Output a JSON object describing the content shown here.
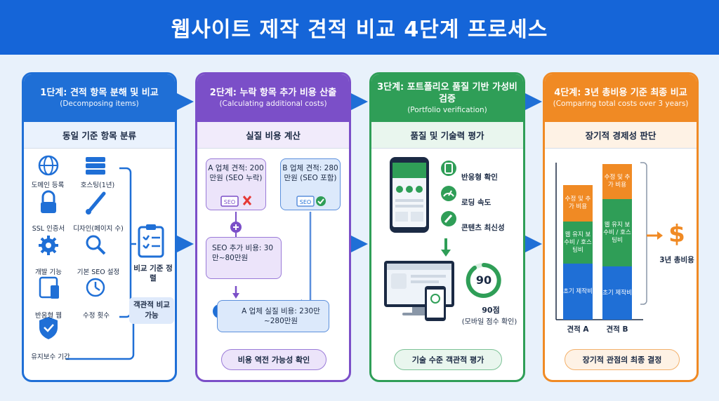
{
  "title": "웹사이트 제작 견적 비교 4단계 프로세스",
  "step1": {
    "title": "1단계: 견적 항목 분해 및 비교",
    "subtitle": "(Decomposing items)",
    "section": "동일 기준 항목 분류",
    "items": [
      "도메인 등록",
      "호스팅(1년)",
      "SSL 인증서",
      "디자인(페이지 수)",
      "개발 기능",
      "기본 SEO 설정",
      "반응형 웹",
      "수정 횟수",
      "유지보수 기간"
    ],
    "criteria": "비교 기준 정렬",
    "objective": "객관적 비교 가능"
  },
  "step2": {
    "title": "2단계: 누락 항목 추가 비용 산출",
    "subtitle": "(Calculating additional costs)",
    "section": "실질 비용 계산",
    "a_quote": "A 업체 견적: 200만원 (SEO 누락)",
    "b_quote": "B 업체 견적: 280만원 (SEO 포함)",
    "seo_extra": "SEO 추가 비용: 30만~80만원",
    "a_real": "A 업체 실질 비용: 230만~280만원",
    "result": "비용 역전 가능성 확인",
    "seo_tag": "SEO"
  },
  "step3": {
    "title": "3단계: 포트폴리오 품질 기반 가성비 검증",
    "subtitle": "(Portfolio verification)",
    "section": "품질 및 기술력 평가",
    "checks": [
      "반응형 확인",
      "로딩 속도",
      "콘텐츠 최신성"
    ],
    "score": "90",
    "score_label": "90점",
    "score_note": "(모바일 점수 확인)",
    "result": "기술 수준 객관적 평가"
  },
  "step4": {
    "title": "4단계: 3년 총비용 기준 최종 비교",
    "subtitle": "(Comparing total costs over 3 years)",
    "section": "장기적 경제성 판단",
    "bar_a_segments": [
      "수정 및 추가 비용",
      "웹 유지 보수비 / 호스팅비",
      "초기 제작비"
    ],
    "bar_b_segments": [
      "수정 및 추가 비용",
      "웹 유지 보수비 / 호스팅비",
      "초기 제작비"
    ],
    "bar_a_label": "견적 A",
    "bar_b_label": "견적 B",
    "total_label": "3년 총비용",
    "dollar": "$",
    "result": "장기적 관점의 최종 결정"
  },
  "colors": {
    "blue": "#1f6fd6",
    "purple": "#7b4fc8",
    "green": "#2f9e57",
    "orange": "#f08a24"
  }
}
